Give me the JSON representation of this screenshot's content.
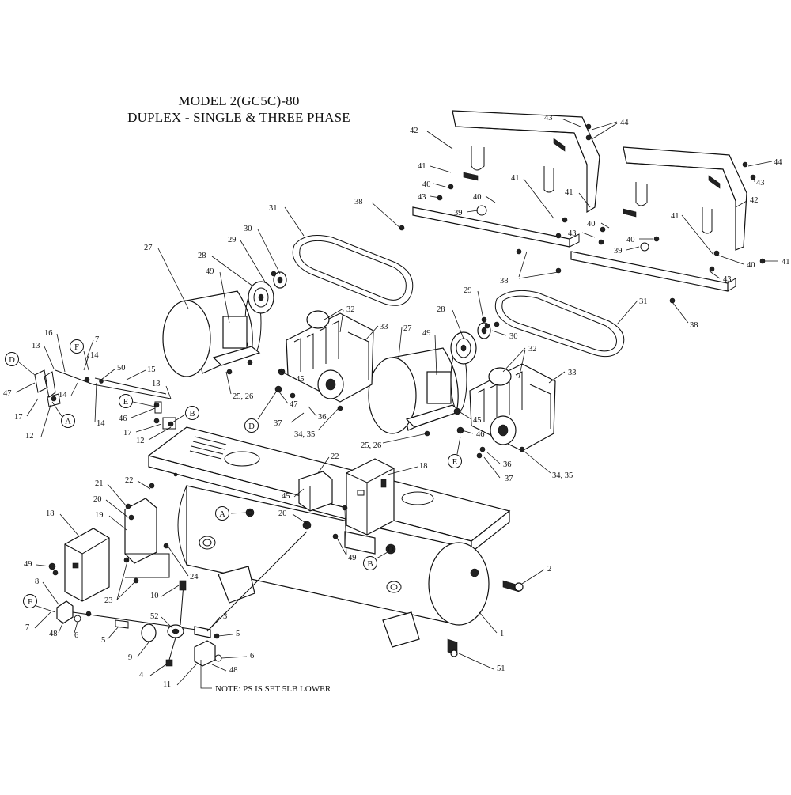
{
  "title": {
    "line1": "MODEL 2(GC5C)-80",
    "line2": "DUPLEX - SINGLE & THREE PHASE"
  },
  "note": "NOTE: PS IS SET 5LB LOWER",
  "callouts": [
    "A",
    "B",
    "D",
    "E",
    "F"
  ],
  "part_labels": [
    "1",
    "2",
    "3",
    "4",
    "5",
    "6",
    "7",
    "8",
    "9",
    "10",
    "11",
    "12",
    "13",
    "14",
    "15",
    "16",
    "17",
    "18",
    "19",
    "20",
    "21",
    "22",
    "23",
    "24",
    "25, 26",
    "27",
    "28",
    "29",
    "30",
    "31",
    "32",
    "33",
    "34, 35",
    "36",
    "37",
    "38",
    "39",
    "40",
    "41",
    "42",
    "43",
    "44",
    "45",
    "46",
    "47",
    "48",
    "49",
    "50",
    "51",
    "52"
  ]
}
